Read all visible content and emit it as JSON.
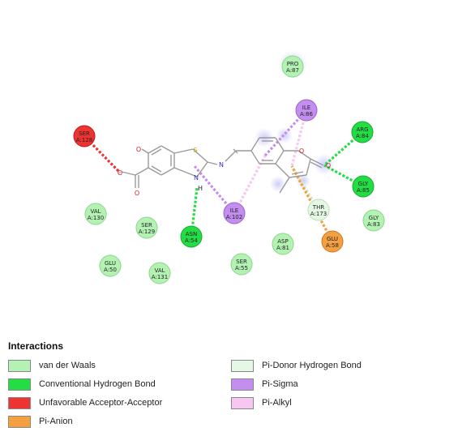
{
  "colors": {
    "van_der_waals": "#b3f2b3",
    "van_der_waals_border": "#8ad68a",
    "conventional_hbond": "#22dd44",
    "unfavorable": "#ee3333",
    "pi_anion": "#f5a040",
    "pi_donor_hbond": "#e5f8e5",
    "pi_sigma": "#c38ef0",
    "pi_alkyl": "#f7c7f2",
    "bond_line": "#9a9a9a"
  },
  "residues": [
    {
      "id": "pro87",
      "name": "PRO",
      "num": "A:87",
      "type": "van_der_waals"
    },
    {
      "id": "ile86",
      "name": "ILE",
      "num": "A:86",
      "type": "pi_sigma"
    },
    {
      "id": "arg84",
      "name": "ARG",
      "num": "A:84",
      "type": "conventional_hbond"
    },
    {
      "id": "gly85",
      "name": "GLY",
      "num": "A:85",
      "type": "conventional_hbond"
    },
    {
      "id": "ser128",
      "name": "SER",
      "num": "A:128",
      "type": "unfavorable"
    },
    {
      "id": "val130",
      "name": "VAL",
      "num": "A:130",
      "type": "van_der_waals"
    },
    {
      "id": "ser129",
      "name": "SER",
      "num": "A:129",
      "type": "van_der_waals"
    },
    {
      "id": "asn54",
      "name": "ASN",
      "num": "A:54",
      "type": "conventional_hbond"
    },
    {
      "id": "ile102",
      "name": "ILE",
      "num": "A:102",
      "type": "pi_sigma"
    },
    {
      "id": "thr173",
      "name": "THR",
      "num": "A:173",
      "type": "pi_donor_hbond"
    },
    {
      "id": "gly83",
      "name": "GLY",
      "num": "A:83",
      "type": "van_der_waals"
    },
    {
      "id": "glu50",
      "name": "GLU",
      "num": "A:50",
      "type": "van_der_waals"
    },
    {
      "id": "val131",
      "name": "VAL",
      "num": "A:131",
      "type": "van_der_waals"
    },
    {
      "id": "ser55",
      "name": "SER",
      "num": "A:55",
      "type": "van_der_waals"
    },
    {
      "id": "asp81",
      "name": "ASP",
      "num": "A:81",
      "type": "van_der_waals"
    },
    {
      "id": "glu58",
      "name": "GLU",
      "num": "A:58",
      "type": "pi_anion"
    }
  ],
  "interactions": [
    {
      "from": "ser128",
      "to": "ester_o",
      "type": "unfavorable"
    },
    {
      "from": "asn54",
      "to": "nh",
      "type": "conventional_hbond"
    },
    {
      "from": "ile102",
      "to": "thiazole",
      "type": "pi_sigma"
    },
    {
      "from": "ile102",
      "to": "benzo_right",
      "type": "pi_alkyl"
    },
    {
      "from": "ile86",
      "to": "benzo_right",
      "type": "pi_sigma"
    },
    {
      "from": "ile86",
      "to": "pyranone",
      "type": "pi_alkyl"
    },
    {
      "from": "arg84",
      "to": "carbonyl_o",
      "type": "conventional_hbond"
    },
    {
      "from": "gly85",
      "to": "carbonyl_o",
      "type": "conventional_hbond"
    },
    {
      "from": "thr173",
      "to": "pyranone",
      "type": "pi_donor_hbond"
    },
    {
      "from": "glu58",
      "to": "pyranone",
      "type": "pi_anion"
    }
  ],
  "atoms": {
    "o": "O",
    "s": "S",
    "n": "N",
    "h": "H"
  },
  "legend": {
    "title": "Interactions",
    "items": [
      {
        "label": "van der Waals",
        "color_key": "van_der_waals"
      },
      {
        "label": "Conventional Hydrogen Bond",
        "color_key": "conventional_hbond"
      },
      {
        "label": "Unfavorable Acceptor-Acceptor",
        "color_key": "unfavorable"
      },
      {
        "label": "Pi-Anion",
        "color_key": "pi_anion"
      },
      {
        "label": "Pi-Donor Hydrogen Bond",
        "color_key": "pi_donor_hbond"
      },
      {
        "label": "Pi-Sigma",
        "color_key": "pi_sigma"
      },
      {
        "label": "Pi-Alkyl",
        "color_key": "pi_alkyl"
      }
    ]
  }
}
